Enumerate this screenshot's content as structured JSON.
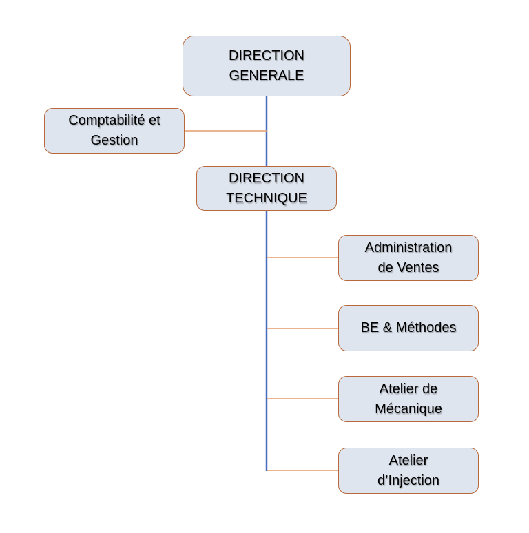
{
  "diagram": {
    "nodes": {
      "direction_generale": "DIRECTION\nGENERALE",
      "comptabilite": "Comptabilité et\nGestion",
      "direction_technique": "DIRECTION\nTECHNIQUE",
      "administration_ventes": "Administration\nde Ventes",
      "be_methodes": "BE & Méthodes",
      "atelier_mecanique": "Atelier de\nMécanique",
      "atelier_injection": "Atelier\nd’Injection"
    },
    "colors": {
      "node_fill": "#dfe5ef",
      "node_border": "#b8683a",
      "trunk_line": "#4a6fc0",
      "branch_line": "#e59a6a"
    }
  }
}
